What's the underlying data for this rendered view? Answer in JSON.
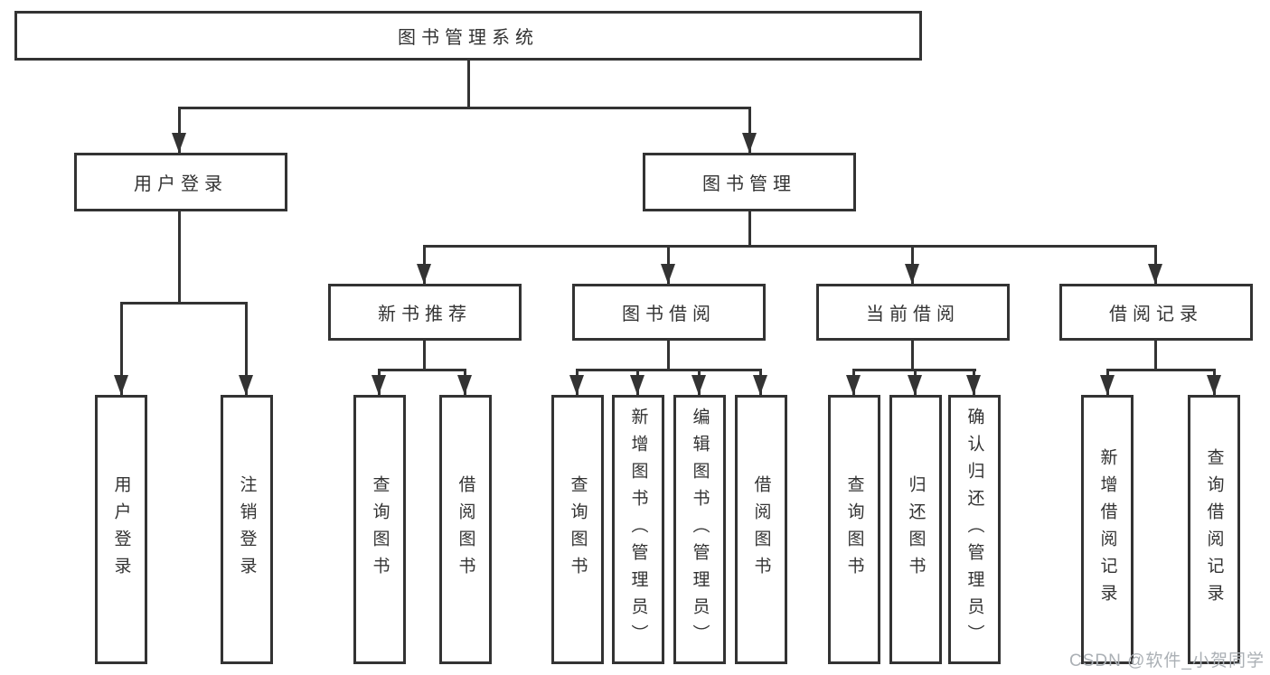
{
  "diagram": {
    "root": {
      "label": "图书管理系统",
      "children": [
        {
          "label": "用户登录",
          "children": [
            {
              "label": "用户登录"
            },
            {
              "label": "注销登录"
            }
          ]
        },
        {
          "label": "图书管理",
          "children": [
            {
              "label": "新书推荐",
              "children": [
                {
                  "label": "查询图书"
                },
                {
                  "label": "借阅图书"
                }
              ]
            },
            {
              "label": "图书借阅",
              "children": [
                {
                  "label": "查询图书"
                },
                {
                  "label": "新增图书（管理员）"
                },
                {
                  "label": "编辑图书（管理员）"
                },
                {
                  "label": "借阅图书"
                }
              ]
            },
            {
              "label": "当前借阅",
              "children": [
                {
                  "label": "查询图书"
                },
                {
                  "label": "归还图书"
                },
                {
                  "label": "确认归还（管理员）"
                }
              ]
            },
            {
              "label": "借阅记录",
              "children": [
                {
                  "label": "新增借阅记录"
                },
                {
                  "label": "查询借阅记录"
                }
              ]
            }
          ]
        }
      ]
    }
  },
  "watermark": {
    "text": "CSDN @软件_小贺同学"
  },
  "colors": {
    "line": "#333333",
    "text": "#333333",
    "background": "#ffffff",
    "watermark": "#abb0b5"
  }
}
